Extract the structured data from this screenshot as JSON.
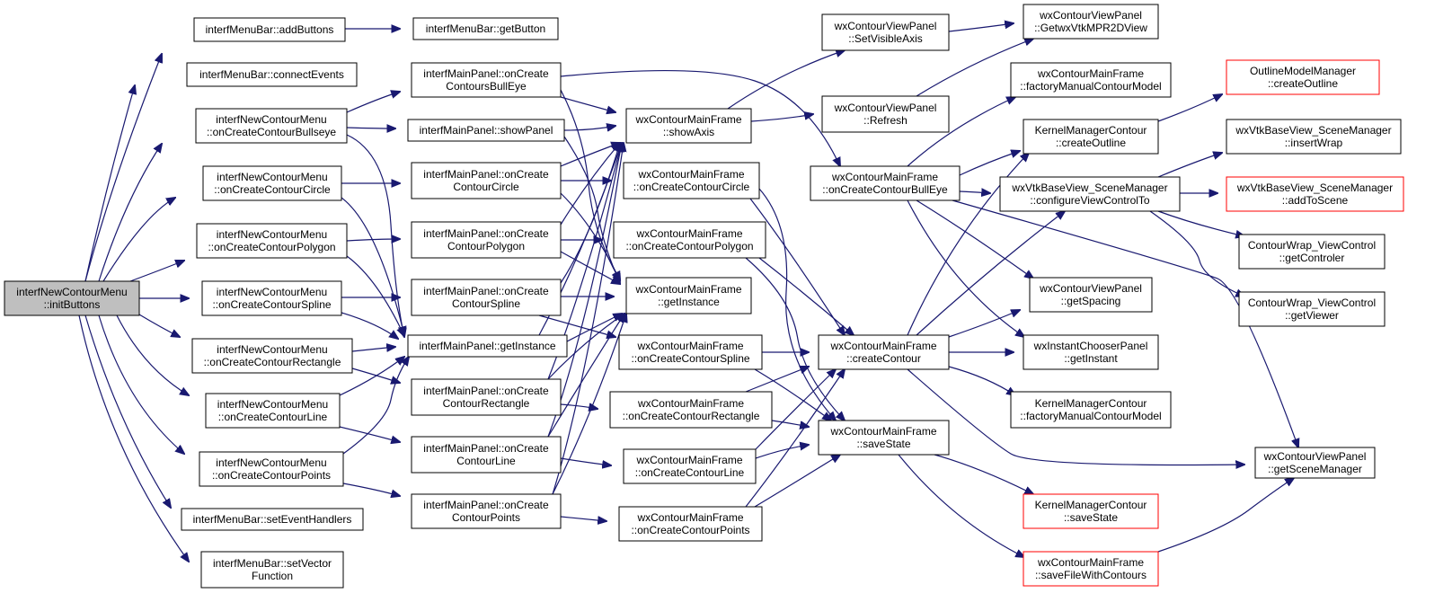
{
  "colors": {
    "edge": "#191970",
    "root_fill": "#bfbfbf",
    "node_fill": "#ffffff",
    "node_stroke": "#000000",
    "truncated_stroke": "#ff0000"
  },
  "nodes": [
    {
      "id": "n1",
      "lines": [
        "interfNewContourMenu",
        "::initButtons"
      ],
      "root": true
    },
    {
      "id": "n2",
      "lines": [
        "interfMenuBar::addButtons"
      ]
    },
    {
      "id": "n3",
      "lines": [
        "interfMenuBar::connectEvents"
      ]
    },
    {
      "id": "n4",
      "lines": [
        "interfNewContourMenu",
        "::onCreateContourBullseye"
      ]
    },
    {
      "id": "n5",
      "lines": [
        "interfNewContourMenu",
        "::onCreateContourCircle"
      ]
    },
    {
      "id": "n6",
      "lines": [
        "interfNewContourMenu",
        "::onCreateContourPolygon"
      ]
    },
    {
      "id": "n7",
      "lines": [
        "interfNewContourMenu",
        "::onCreateContourSpline"
      ]
    },
    {
      "id": "n8",
      "lines": [
        "interfNewContourMenu",
        "::onCreateContourRectangle"
      ]
    },
    {
      "id": "n9",
      "lines": [
        "interfNewContourMenu",
        "::onCreateContourLine"
      ]
    },
    {
      "id": "n10",
      "lines": [
        "interfNewContourMenu",
        "::onCreateContourPoints"
      ]
    },
    {
      "id": "n11",
      "lines": [
        "interfMenuBar::setEventHandlers"
      ]
    },
    {
      "id": "n12",
      "lines": [
        "interfMenuBar::setVector",
        "Function"
      ]
    },
    {
      "id": "n13",
      "lines": [
        "interfMenuBar::getButton"
      ]
    },
    {
      "id": "n14",
      "lines": [
        "interfMainPanel::onCreate",
        "ContoursBullEye"
      ]
    },
    {
      "id": "n15",
      "lines": [
        "interfMainPanel::showPanel"
      ]
    },
    {
      "id": "n16",
      "lines": [
        "interfMainPanel::onCreate",
        "ContourCircle"
      ]
    },
    {
      "id": "n17",
      "lines": [
        "interfMainPanel::onCreate",
        "ContourPolygon"
      ]
    },
    {
      "id": "n18",
      "lines": [
        "interfMainPanel::onCreate",
        "ContourSpline"
      ]
    },
    {
      "id": "n19",
      "lines": [
        "interfMainPanel::getInstance"
      ]
    },
    {
      "id": "n20",
      "lines": [
        "interfMainPanel::onCreate",
        "ContourRectangle"
      ]
    },
    {
      "id": "n21",
      "lines": [
        "interfMainPanel::onCreate",
        "ContourLine"
      ]
    },
    {
      "id": "n22",
      "lines": [
        "interfMainPanel::onCreate",
        "ContourPoints"
      ]
    },
    {
      "id": "n23",
      "lines": [
        "wxContourMainFrame",
        "::showAxis"
      ]
    },
    {
      "id": "n24",
      "lines": [
        "wxContourMainFrame",
        "::onCreateContourCircle"
      ]
    },
    {
      "id": "n25",
      "lines": [
        "wxContourMainFrame",
        "::onCreateContourPolygon"
      ]
    },
    {
      "id": "n26",
      "lines": [
        "wxContourMainFrame",
        "::getInstance"
      ]
    },
    {
      "id": "n27",
      "lines": [
        "wxContourMainFrame",
        "::onCreateContourSpline"
      ]
    },
    {
      "id": "n28",
      "lines": [
        "wxContourMainFrame",
        "::onCreateContourRectangle"
      ]
    },
    {
      "id": "n29",
      "lines": [
        "wxContourMainFrame",
        "::onCreateContourLine"
      ]
    },
    {
      "id": "n30",
      "lines": [
        "wxContourMainFrame",
        "::onCreateContourPoints"
      ]
    },
    {
      "id": "n31",
      "lines": [
        "wxContourViewPanel",
        "::SetVisibleAxis"
      ]
    },
    {
      "id": "n32",
      "lines": [
        "wxContourViewPanel",
        "::Refresh"
      ]
    },
    {
      "id": "n33",
      "lines": [
        "wxContourMainFrame",
        "::onCreateContourBullEye"
      ]
    },
    {
      "id": "n34",
      "lines": [
        "wxContourMainFrame",
        "::createContour"
      ]
    },
    {
      "id": "n35",
      "lines": [
        "wxContourMainFrame",
        "::saveState"
      ]
    },
    {
      "id": "n36",
      "lines": [
        "wxContourViewPanel",
        "::GetwxVtkMPR2DView"
      ]
    },
    {
      "id": "n37",
      "lines": [
        "wxContourMainFrame",
        "::factoryManualContourModel"
      ]
    },
    {
      "id": "n38",
      "lines": [
        "KernelManagerContour",
        "::createOutline"
      ]
    },
    {
      "id": "n39",
      "lines": [
        "wxVtkBaseView_SceneManager",
        "::configureViewControlTo"
      ]
    },
    {
      "id": "n40",
      "lines": [
        "wxContourViewPanel",
        "::getSpacing"
      ]
    },
    {
      "id": "n41",
      "lines": [
        "wxInstantChooserPanel",
        "::getInstant"
      ]
    },
    {
      "id": "n42",
      "lines": [
        "KernelManagerContour",
        "::factoryManualContourModel"
      ]
    },
    {
      "id": "n43",
      "lines": [
        "KernelManagerContour",
        "::saveState"
      ],
      "red": true
    },
    {
      "id": "n44",
      "lines": [
        "wxContourMainFrame",
        "::saveFileWithContours"
      ],
      "red": true
    },
    {
      "id": "n45",
      "lines": [
        "OutlineModelManager",
        "::createOutline"
      ],
      "red": true
    },
    {
      "id": "n46",
      "lines": [
        "wxVtkBaseView_SceneManager",
        "::insertWrap"
      ]
    },
    {
      "id": "n47",
      "lines": [
        "wxVtkBaseView_SceneManager",
        "::addToScene"
      ],
      "red": true
    },
    {
      "id": "n48",
      "lines": [
        "ContourWrap_ViewControl",
        "::getControler"
      ]
    },
    {
      "id": "n49",
      "lines": [
        "ContourWrap_ViewControl",
        "::getViewer"
      ]
    },
    {
      "id": "n50",
      "lines": [
        "wxContourViewPanel",
        "::getSceneManager"
      ]
    }
  ]
}
